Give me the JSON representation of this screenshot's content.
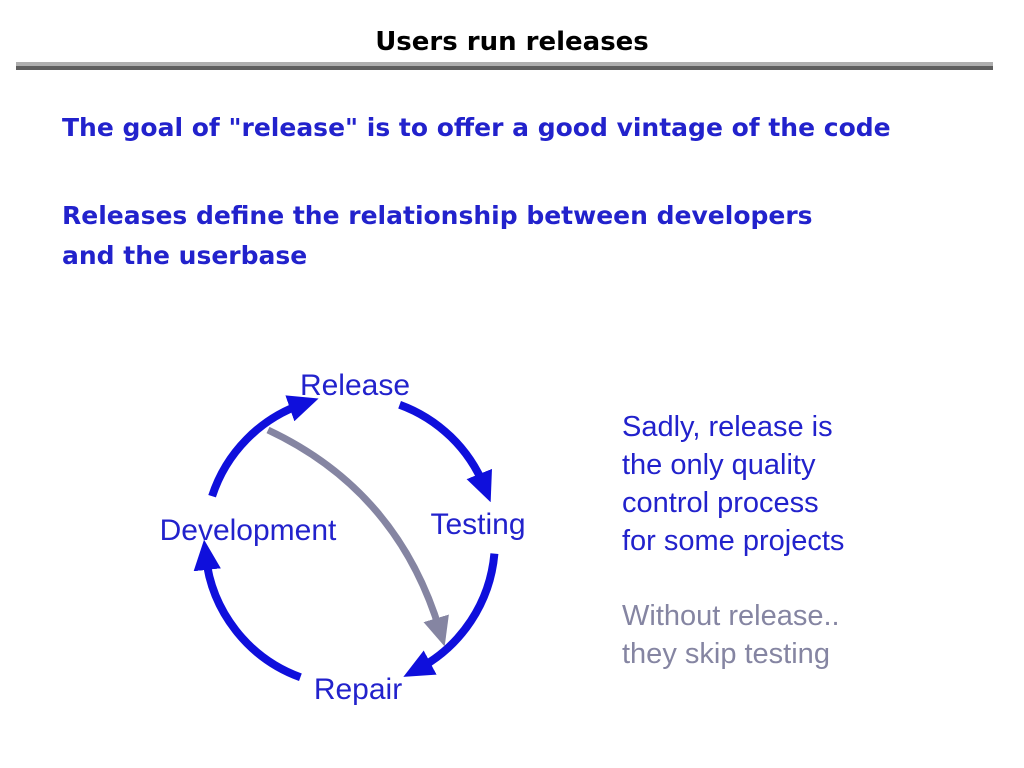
{
  "header": {
    "title": "Users run releases"
  },
  "body": {
    "intro_line": "The goal of \"release\" is to offer a good vintage of the code",
    "relationship_lines": [
      "Releases define the relationship between developers",
      "and the userbase"
    ]
  },
  "diagram": {
    "nodes": {
      "top": "Release",
      "right": "Testing",
      "bottom": "Repair",
      "left": "Development"
    }
  },
  "side_notes": {
    "quality_lines": [
      "Sadly, release is",
      "the only quality",
      "control process",
      "for some projects"
    ],
    "skip_lines": [
      "Without release..",
      "they skip testing"
    ]
  },
  "colors": {
    "title_text": "#000000",
    "body_text_blue": "#2222cc",
    "arrow_blue": "#0f0fdc",
    "shortcut_gray": "#8585a2",
    "rule_light_gray": "#aeaeae",
    "rule_dark_gray": "#5e5e5e",
    "background": "#ffffff"
  }
}
